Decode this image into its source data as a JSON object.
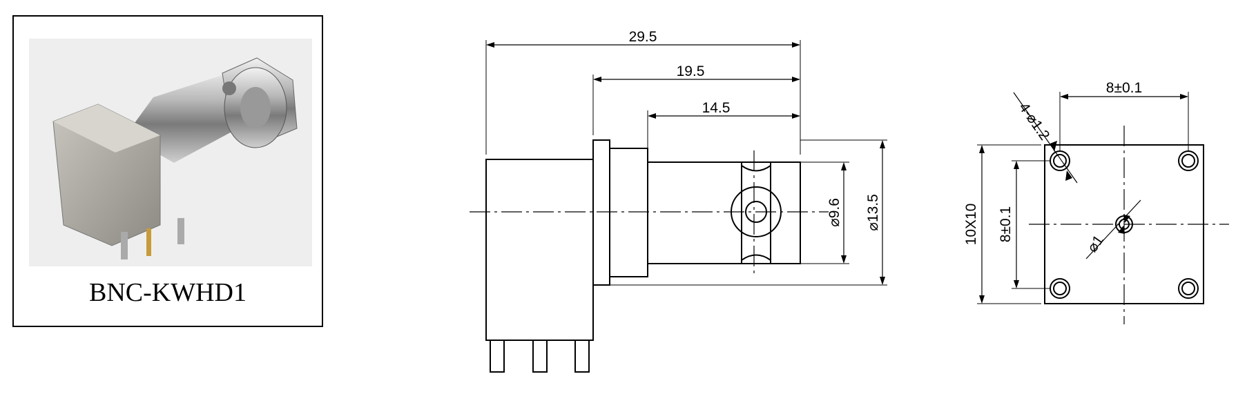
{
  "product": {
    "model": "BNC-KWHD1"
  },
  "side_view": {
    "dim_overall": "29.5",
    "dim_mid": "19.5",
    "dim_short": "14.5",
    "dia_small": "⌀9.6",
    "dia_large": "⌀13.5"
  },
  "footprint": {
    "holes": "4-⌀1.2",
    "pitch_top": "8±0.1",
    "outline": "10X10",
    "pitch_side": "8±0.1",
    "center_hole": "⌀1"
  }
}
